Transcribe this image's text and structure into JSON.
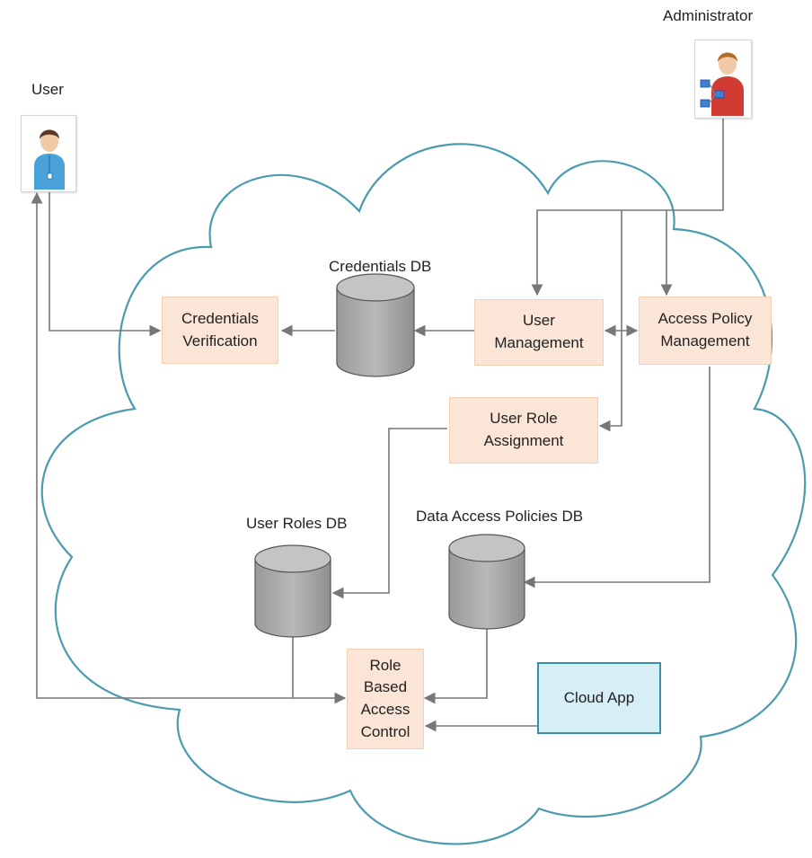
{
  "actors": {
    "user": {
      "label": "User",
      "icon": "user-person-icon"
    },
    "administrator": {
      "label": "Administrator",
      "icon": "administrator-person-icon"
    }
  },
  "processes": {
    "credentials_verification": "Credentials\nVerification",
    "user_management": "User\nManagement",
    "access_policy_management": "Access Policy\nManagement",
    "user_role_assignment": "User Role\nAssignment",
    "role_based_access_control": "Role Based\nAccess\nControl",
    "cloud_app": "Cloud App"
  },
  "databases": {
    "credentials_db": "Credentials DB",
    "user_roles_db": "User Roles DB",
    "data_access_policies_db": "Data Access Policies DB"
  },
  "colors": {
    "cloud_outline": "#4a9bb0",
    "process_fill": "#fbe5d6",
    "cloud_app_fill": "#d6eef5",
    "cloud_app_border": "#3a8fa8",
    "db_fill": "#a6a6a6",
    "db_top": "#bfbfbf",
    "connector": "#777777"
  }
}
